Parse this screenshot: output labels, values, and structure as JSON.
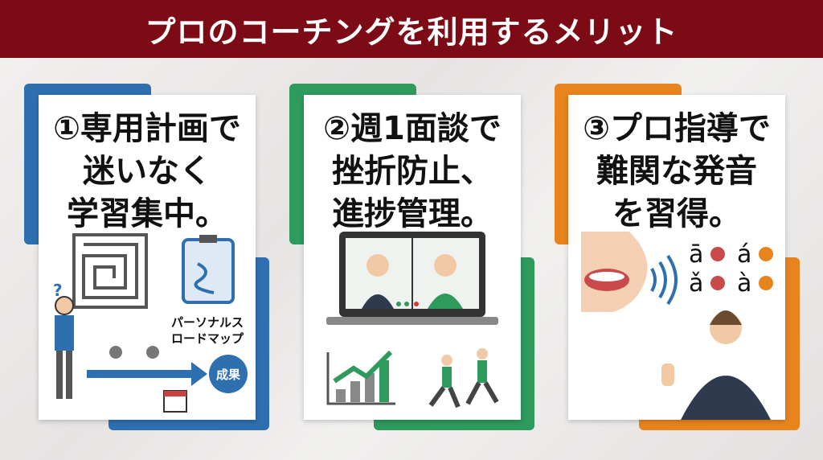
{
  "title": "プロのコーチングを利用するメリット",
  "colors": {
    "title_bg": "#7c0b16",
    "blue": "#2e6fb0",
    "green": "#2e9a5c",
    "orange": "#e8841e"
  },
  "cards": [
    {
      "lines": [
        "①専用計画で",
        "迷いなく",
        "学習集中。"
      ],
      "roadmap_label": [
        "パーソナルス",
        "ロードマップ"
      ],
      "goal_label": "成果"
    },
    {
      "lines": [
        "②週1面談で",
        "挫折防止、",
        "進捗管理。"
      ]
    },
    {
      "lines": [
        "③プロ指導で",
        "難関な発音",
        "を習得。"
      ],
      "tones": [
        "ā",
        "á",
        "ǎ",
        "à"
      ]
    }
  ]
}
